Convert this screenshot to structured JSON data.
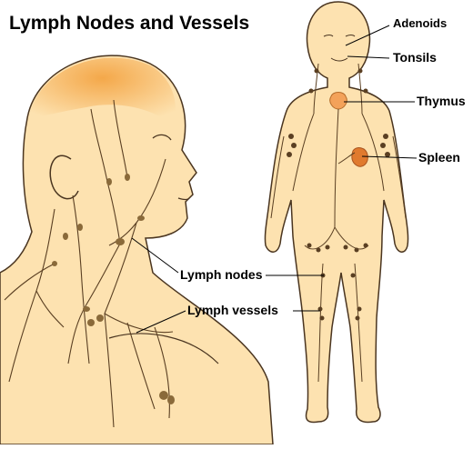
{
  "title": "Lymph Nodes and Vessels",
  "labels": {
    "adenoids": "Adenoids",
    "tonsils": "Tonsils",
    "thymus": "Thymus",
    "spleen": "Spleen",
    "lymph_nodes": "Lymph nodes",
    "lymph_vessels": "Lymph vessels"
  },
  "colors": {
    "skin": "#fde2b0",
    "skin_dark": "#f7c27a",
    "outline": "#4a3520",
    "vessel": "#5a3f22",
    "node": "#8a6a3a",
    "thymus": "#f3a25a",
    "spleen": "#e07a2e",
    "hair": "#f4b25e"
  }
}
